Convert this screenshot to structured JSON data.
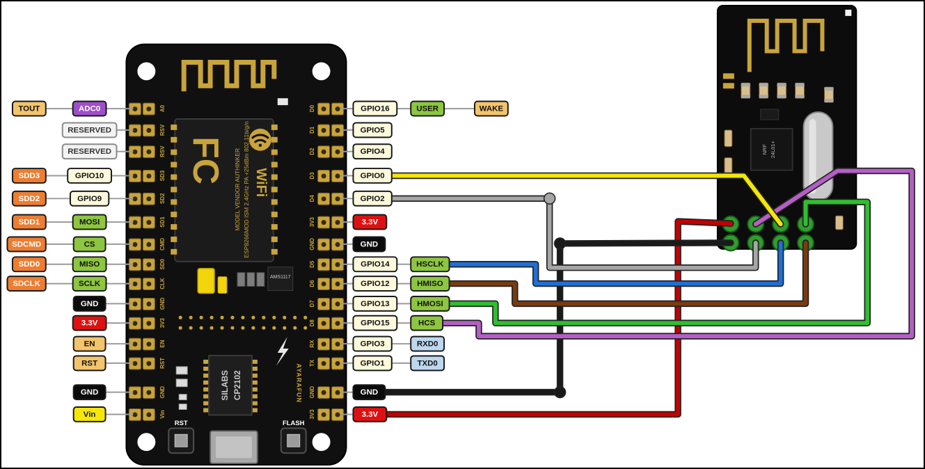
{
  "diagram": {
    "background": "#ffffff",
    "border": "#000000"
  },
  "palette": {
    "tan": {
      "bg": "#F3C46B",
      "fg": "#111111"
    },
    "orange": {
      "bg": "#ED7D31",
      "fg": "#ffffff"
    },
    "purple": {
      "bg": "#9E4FC8",
      "fg": "#ffffff"
    },
    "cream": {
      "bg": "#FDF9DC",
      "fg": "#111111"
    },
    "green": {
      "bg": "#8DC63F",
      "fg": "#111111"
    },
    "black": {
      "bg": "#0B0B0B",
      "fg": "#ffffff"
    },
    "red": {
      "bg": "#DD1111",
      "fg": "#ffffff"
    },
    "yellow": {
      "bg": "#F6E70A",
      "fg": "#111111"
    },
    "blue": {
      "bg": "#BDD7EE",
      "fg": "#111111"
    },
    "reserved": {
      "bg": "#F3F3F3",
      "fg": "#333333"
    }
  },
  "nodemcu": {
    "left_rows": [
      {
        "labels": [
          {
            "text": "TOUT",
            "color": "tan"
          },
          {
            "text": "ADC0",
            "color": "purple"
          }
        ]
      },
      {
        "labels": [
          {
            "text": "RESERVED",
            "color": "reserved"
          }
        ]
      },
      {
        "labels": [
          {
            "text": "RESERVED",
            "color": "reserved"
          }
        ]
      },
      {
        "labels": [
          {
            "text": "SDD3",
            "color": "orange"
          },
          {
            "text": "GPIO10",
            "color": "cream"
          }
        ]
      },
      {
        "labels": [
          {
            "text": "SDD2",
            "color": "orange"
          },
          {
            "text": "GPIO9",
            "color": "cream"
          }
        ]
      },
      {
        "labels": [
          {
            "text": "SDD1",
            "color": "orange"
          },
          {
            "text": "MOSI",
            "color": "green"
          }
        ]
      },
      {
        "labels": [
          {
            "text": "SDCMD",
            "color": "orange"
          },
          {
            "text": "CS",
            "color": "green"
          }
        ]
      },
      {
        "labels": [
          {
            "text": "SDD0",
            "color": "orange"
          },
          {
            "text": "MISO",
            "color": "green"
          }
        ]
      },
      {
        "labels": [
          {
            "text": "SDCLK",
            "color": "orange"
          },
          {
            "text": "SCLK",
            "color": "green"
          }
        ]
      },
      {
        "labels": [
          {
            "text": "GND",
            "color": "black"
          }
        ]
      },
      {
        "labels": [
          {
            "text": "3.3V",
            "color": "red"
          }
        ]
      },
      {
        "labels": [
          {
            "text": "EN",
            "color": "tan"
          }
        ]
      },
      {
        "labels": [
          {
            "text": "RST",
            "color": "tan"
          }
        ]
      },
      {
        "labels": [
          {
            "text": "GND",
            "color": "black"
          }
        ]
      },
      {
        "labels": [
          {
            "text": "Vin",
            "color": "yellow"
          }
        ]
      }
    ],
    "right_rows": [
      {
        "labels": [
          {
            "text": "GPIO16",
            "color": "cream"
          },
          {
            "text": "USER",
            "color": "green"
          },
          {
            "text": "WAKE",
            "color": "tan"
          }
        ]
      },
      {
        "labels": [
          {
            "text": "GPIO5",
            "color": "cream"
          }
        ]
      },
      {
        "labels": [
          {
            "text": "GPIO4",
            "color": "cream"
          }
        ]
      },
      {
        "labels": [
          {
            "text": "GPIO0",
            "color": "cream"
          }
        ]
      },
      {
        "labels": [
          {
            "text": "GPIO2",
            "color": "cream"
          }
        ]
      },
      {
        "labels": [
          {
            "text": "3.3V",
            "color": "red"
          }
        ]
      },
      {
        "labels": [
          {
            "text": "GND",
            "color": "black"
          }
        ]
      },
      {
        "labels": [
          {
            "text": "GPIO14",
            "color": "cream"
          },
          {
            "text": "HSCLK",
            "color": "green"
          }
        ]
      },
      {
        "labels": [
          {
            "text": "GPIO12",
            "color": "cream"
          },
          {
            "text": "HMISO",
            "color": "green"
          }
        ]
      },
      {
        "labels": [
          {
            "text": "GPIO13",
            "color": "cream"
          },
          {
            "text": "HMOSI",
            "color": "green"
          }
        ]
      },
      {
        "labels": [
          {
            "text": "GPIO15",
            "color": "cream"
          },
          {
            "text": "HCS",
            "color": "green"
          }
        ]
      },
      {
        "labels": [
          {
            "text": "GPIO3",
            "color": "cream"
          },
          {
            "text": "RXD0",
            "color": "blue"
          }
        ]
      },
      {
        "labels": [
          {
            "text": "GPIO1",
            "color": "cream"
          },
          {
            "text": "TXD0",
            "color": "blue"
          }
        ]
      },
      {
        "labels": [
          {
            "text": "GND",
            "color": "black"
          }
        ]
      },
      {
        "labels": [
          {
            "text": "3.3V",
            "color": "red"
          }
        ]
      }
    ],
    "silkscreen": {
      "left_pins": [
        "A0",
        "RSV",
        "RSV",
        "SD3",
        "SD2",
        "SD1",
        "CMD",
        "SD0",
        "CLK",
        "GND",
        "3V3",
        "EN",
        "RST",
        "GND",
        "Vin"
      ],
      "right_pins": [
        "D0",
        "D1",
        "D2",
        "D3",
        "D4",
        "3V3",
        "GND",
        "D5",
        "D6",
        "D7",
        "D8",
        "RX",
        "TX",
        "GND",
        "3V3"
      ],
      "module_col1": "MODEL VENDOR AUTHINKER",
      "module_col2": "ESP8266MOD ISM 2.4GHz PA +25dBm 802.11b/g/n",
      "fcc_mark": "FC",
      "wifi_mark": "WiFi",
      "regulator": "AMS1117",
      "usb_chip": [
        "SILABS",
        "CP2102"
      ],
      "vendor": "AYARAFUN",
      "rst_label": "RST",
      "flash_label": "FLASH"
    }
  },
  "nrf": {
    "chip_lines": [
      "NRF",
      "24L01+"
    ]
  },
  "wires": [
    {
      "id": "wire-3v3-vcc",
      "from": "3.3V",
      "to": "nRF24L01+ module",
      "color_name": "red",
      "color": "#C40000"
    },
    {
      "id": "wire-gnd",
      "from": "GND",
      "to": "nRF24L01+ module",
      "color_name": "black",
      "color": "#1A1A1A"
    },
    {
      "id": "wire-gpio2",
      "from": "GPIO2",
      "to": "nRF24L01+ module",
      "color_name": "gray",
      "color": "#A6A6A6"
    },
    {
      "id": "wire-gpio14-hsclk",
      "from": "GPIO14 (HSCLK)",
      "to": "nRF24L01+ module",
      "color_name": "blue",
      "color": "#1F6FD6"
    },
    {
      "id": "wire-gpio12-hmiso",
      "from": "GPIO12 (HMISO)",
      "to": "nRF24L01+ module",
      "color_name": "brown",
      "color": "#7A3B10"
    },
    {
      "id": "wire-gpio13-hmosi",
      "from": "GPIO13 (HMOSI)",
      "to": "nRF24L01+ module",
      "color_name": "green",
      "color": "#2FBF2F"
    },
    {
      "id": "wire-gpio15-hcs",
      "from": "GPIO15 (HCS)",
      "to": "nRF24L01+ module",
      "color_name": "purple",
      "color": "#B45FC5"
    },
    {
      "id": "wire-gpio0",
      "from": "GPIO0",
      "to": "nRF24L01+ module",
      "color_name": "yellow",
      "color": "#F2E60C"
    }
  ]
}
